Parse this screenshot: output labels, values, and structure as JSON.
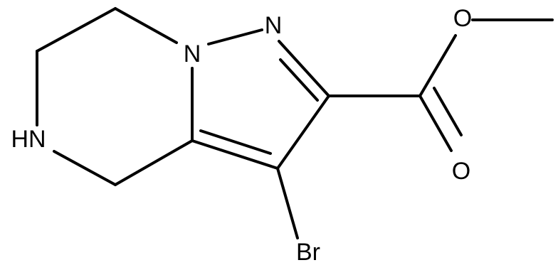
{
  "structure": {
    "atoms": {
      "ring_nitrogen": "N",
      "pyrazole_nitrogen": "N",
      "amine": "HN",
      "ether_oxygen": "O",
      "carbonyl_oxygen": "O",
      "bromine": "Br"
    },
    "colors": {
      "bond": "#000000",
      "label": "#000000",
      "background": "#ffffff"
    }
  }
}
